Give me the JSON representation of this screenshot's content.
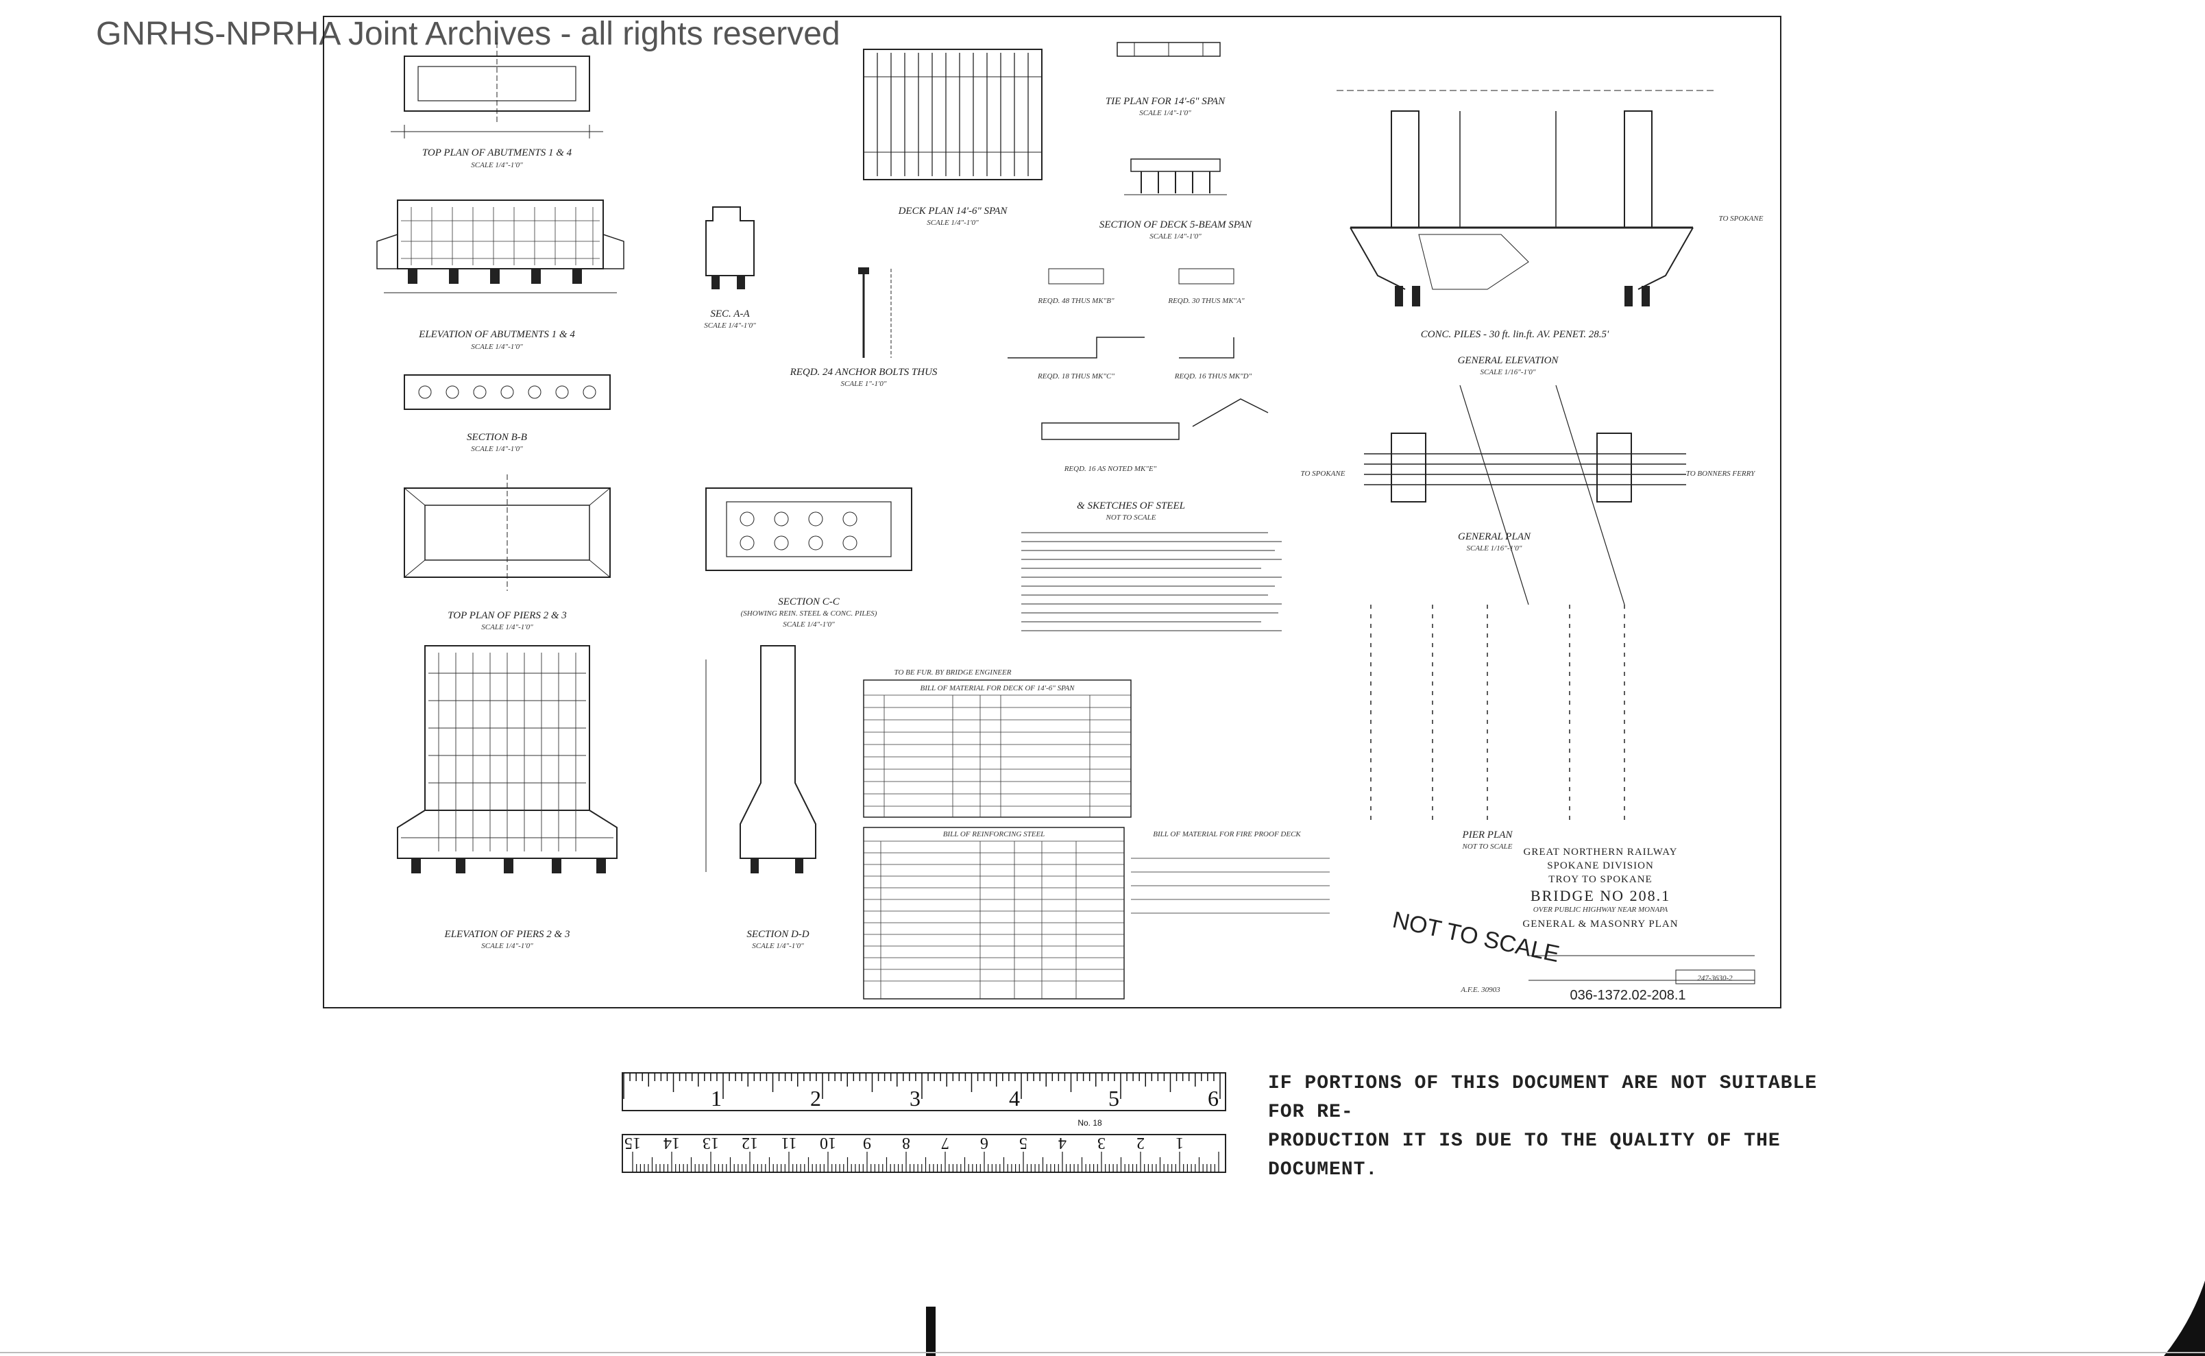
{
  "watermark": "GNRHS-NPRHA Joint Archives - all rights reserved",
  "drawing": {
    "views": {
      "top_plan_abutments": "TOP PLAN OF ABUTMENTS 1 & 4",
      "top_plan_abutments_scale": "SCALE 1/4\"-1'0\"",
      "elevation_abutments": "ELEVATION OF ABUTMENTS 1 & 4",
      "elevation_abutments_scale": "SCALE 1/4\"-1'0\"",
      "sec_aa": "SEC. A-A",
      "sec_aa_scale": "SCALE 1/4\"-1'0\"",
      "section_bb": "SECTION B-B",
      "section_bb_scale": "SCALE 1/4\"-1'0\"",
      "deck_plan": "DECK PLAN 14'-6\" SPAN",
      "deck_plan_scale": "SCALE 1/4\"-1'0\"",
      "tie_plan": "TIE PLAN FOR 14'-6\" SPAN",
      "tie_plan_scale": "SCALE 1/4\"-1'0\"",
      "section_deck": "SECTION OF DECK 5-BEAM SPAN",
      "section_deck_scale": "SCALE 1/4\"-1'0\"",
      "anchor_bolts": "REQD. 24 ANCHOR BOLTS THUS",
      "anchor_bolts_scale": "SCALE 1\"-1'0\"",
      "mk_b": "REQD. 48 THUS MK\"B\"",
      "mk_a": "REQD. 30 THUS MK\"A\"",
      "mk_c": "REQD. 18 THUS MK\"C\"",
      "mk_d": "REQD. 16 THUS MK\"D\"",
      "mk_e": "REQD. 16 AS NOTED MK\"E\"",
      "sketches_steel": "& SKETCHES OF STEEL",
      "not_to_scale_small": "NOT TO SCALE",
      "top_plan_piers": "TOP PLAN OF PIERS 2 & 3",
      "top_plan_piers_scale": "SCALE 1/4\"-1'0\"",
      "section_cc": "SECTION C-C",
      "section_cc_sub": "(SHOWING REIN. STEEL & CONC. PILES)",
      "section_cc_scale": "SCALE 1/4\"-1'0\"",
      "elevation_piers": "ELEVATION OF PIERS 2 & 3",
      "elevation_piers_scale": "SCALE 1/4\"-1'0\"",
      "section_dd": "SECTION D-D",
      "section_dd_scale": "SCALE 1/4\"-1'0\"",
      "general_elevation": "GENERAL ELEVATION",
      "general_elevation_scale": "SCALE 1/16\"-1'0\"",
      "general_plan": "GENERAL PLAN",
      "general_plan_scale": "SCALE 1/16\"-1'0\"",
      "pier_plan": "PIER PLAN",
      "pier_plan_scale": "NOT TO SCALE",
      "conc_piles": "CONC. PILES - 30 ft. lin.ft. AV. PENET. 28.5'",
      "to_spokane": "TO SPOKANE",
      "to_bonners_ferry": "TO BONNERS FERRY"
    },
    "tables": {
      "bom_title": "BILL OF MATERIAL FOR DECK OF 14'-6\" SPAN",
      "reinforcing_title": "BILL OF REINFORCING STEEL",
      "fire_proof_title": "BILL OF MATERIAL FOR FIRE PROOF DECK",
      "to_be_furnished": "TO BE FUR. BY BRIDGE ENGINEER"
    },
    "title_block": {
      "railway": "GREAT NORTHERN RAILWAY",
      "division": "SPOKANE DIVISION",
      "route": "TROY TO SPOKANE",
      "bridge": "BRIDGE NO 208.1",
      "subtitle": "OVER PUBLIC HIGHWAY NEAR MONAPA",
      "plan": "GENERAL & MASONRY PLAN",
      "stamp": "NOT TO SCALE",
      "afe": "A.F.E. 30903",
      "sheet_no": "247-3630-2",
      "drawing_no": "036-1372.02-208.1"
    }
  },
  "ruler": {
    "top_numbers": [
      "1",
      "2",
      "3",
      "4",
      "5",
      "6"
    ],
    "bottom_numbers": [
      "1",
      "2",
      "3",
      "4",
      "5",
      "6",
      "7",
      "8",
      "9",
      "10",
      "11",
      "12",
      "13",
      "14",
      "15"
    ],
    "tag": "No. 18"
  },
  "notice": {
    "line1": "IF PORTIONS OF THIS DOCUMENT ARE NOT SUITABLE FOR RE-",
    "line2": "PRODUCTION IT IS DUE TO THE QUALITY OF THE DOCUMENT."
  }
}
